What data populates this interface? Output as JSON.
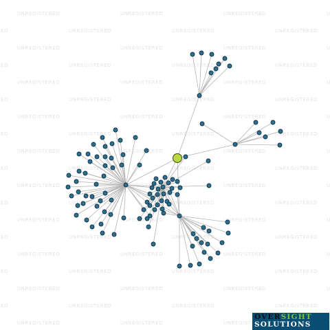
{
  "watermark_text": "UNREGISTERED",
  "logo": {
    "word1": "OVER",
    "word2": "SIGHT",
    "word3": "SOLUTIONS"
  },
  "colors": {
    "background": "#ffffff",
    "edge": "#b4b4b4",
    "node_fill": "#2e6f8e",
    "node_stroke": "#0f3347",
    "focus_node_fill": "#b7d840",
    "watermark": "#e3e3e3",
    "logo_background": "#0a4d73",
    "logo_accent": "#7ec242"
  }
}
